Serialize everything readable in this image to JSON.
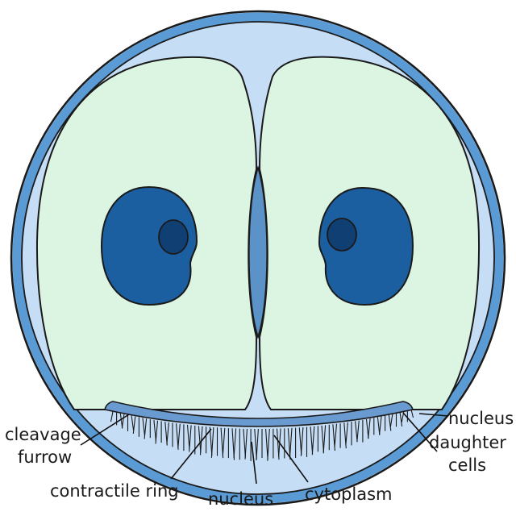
{
  "colors": {
    "outer_membrane": "#5b9bd5",
    "outer_fill": "#c6def5",
    "cytoplasm": "#dcf5e3",
    "nucleus": "#1c5fa0",
    "nucleolus": "#0f3f73",
    "furrow_gap": "#5b92c8",
    "ring_band": "#6a9bd0",
    "outline": "#1a1a1a"
  },
  "labels": {
    "cleavage_furrow_line1": "cleavage",
    "cleavage_furrow_line2": "furrow",
    "contractile_ring": "contractile ring",
    "nucleus_bottom": "nucleus",
    "cytoplasm": "cytoplasm",
    "nucleus_right": "nucleus",
    "daughter_cells_line1": "daughter",
    "daughter_cells_line2": "cells"
  }
}
